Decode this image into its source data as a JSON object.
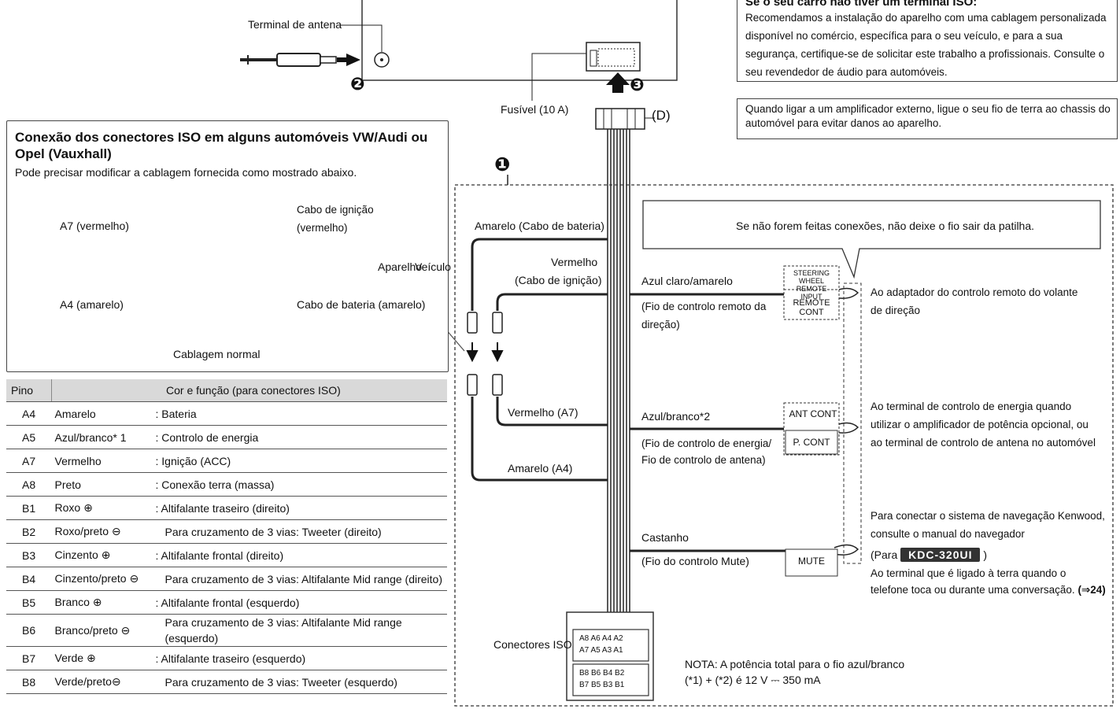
{
  "top": {
    "antenna_label": "Terminal de antena",
    "fuse_label": "Fusível (10 A)",
    "d_label": "(D)",
    "step1": "❶",
    "step2": "❷",
    "step3": "❸"
  },
  "iso_note": {
    "title": "Se o seu carro não tiver um terminal ISO:",
    "text": "Recomendamos a instalação do aparelho com uma cablagem personalizada disponível no comércio, específica para o seu veículo, e para a sua segurança, certifique-se de solicitar este trabalho a profissionais. Consulte o seu revendedor de áudio para automóveis."
  },
  "amp_note": {
    "text": "Quando ligar a um amplificador externo, ligue o seu fio de terra ao chassis do automóvel para evitar danos ao aparelho."
  },
  "vw_box": {
    "title": "Conexão dos conectores ISO em alguns automóveis VW/Audi ou Opel (Vauxhall)",
    "subtitle": "Pode precisar modificar a cablagem fornecida como mostrado abaixo.",
    "a7": "A7 (vermelho)",
    "a4": "A4 (amarelo)",
    "ign_cable": "Cabo de ignição (vermelho)",
    "bat_cable": "Cabo de bateria (amarelo)",
    "device": "Aparelho",
    "vehicle": "Veículo",
    "normal": "Cablagem normal"
  },
  "pin_table": {
    "head_pin": "Pino",
    "head_func": "Cor e função (para conectores ISO)",
    "rows": [
      {
        "pin": "A4",
        "color": "Amarelo",
        "func": ":  Bateria"
      },
      {
        "pin": "A5",
        "color": "Azul/branco* 1",
        "func": ": Controlo de energia"
      },
      {
        "pin": "A7",
        "color": "Vermelho",
        "func": ":  Ignição   (ACC)"
      },
      {
        "pin": "A8",
        "color": "Preto",
        "func": ": Conexão terra (massa)"
      },
      {
        "pin": "B1",
        "color": "Roxo ⊕",
        "func": ": Altifalante traseiro (direito)"
      },
      {
        "pin": "B2",
        "color": "Roxo/preto ⊖",
        "func": "Para cruzamento de 3 vias: Tweeter (direito)"
      },
      {
        "pin": "B3",
        "color": "Cinzento ⊕",
        "func": ": Altifalante frontal (direito)"
      },
      {
        "pin": "B4",
        "color": "Cinzento/preto ⊖",
        "func": "Para cruzamento de 3 vias: Altifalante Mid range (direito)"
      },
      {
        "pin": "B5",
        "color": "Branco ⊕",
        "func": ": Altifalante frontal (esquerdo)"
      },
      {
        "pin": "B6",
        "color": "Branco/preto ⊖",
        "func": "Para cruzamento de 3 vias: Altifalante Mid range (esquerdo)"
      },
      {
        "pin": "B7",
        "color": "Verde ⊕",
        "func": ": Altifalante traseiro (esquerdo)"
      },
      {
        "pin": "B8",
        "color": "Verde/preto⊖",
        "func": "Para cruzamento de 3 vias: Tweeter (esquerdo)"
      }
    ]
  },
  "wiring": {
    "notice": "Se não forem feitas conexões, não deixe o fio sair da patilha.",
    "yellow_bat": "Amarelo (Cabo de bateria)",
    "red_ign_1": "Vermelho",
    "red_ign_2": "(Cabo de ignição)",
    "red_a7": "Vermelho (A7)",
    "yellow_a4": "Amarelo (A4)",
    "lightblue": "Azul claro/amarelo",
    "lightblue_sub": "(Fio de controlo remoto da direção)",
    "steering_tag": "STEERING WHEEL REMOTE INPUT",
    "remote_cont": "REMOTE CONT",
    "steering_dest": "Ao adaptador do controlo remoto do volante de direção",
    "bluewhite": "Azul/branco*2",
    "bluewhite_sub": "(Fio de controlo de energia/ Fio de controlo de antena)",
    "ant_cont": "ANT CONT",
    "p_cont": "P. CONT",
    "power_dest": "Ao terminal de controlo de energia quando utilizar o amplificador de potência opcional, ou ao terminal de controlo de antena no automóvel",
    "brown": "Castanho",
    "brown_sub": "(Fio do controlo Mute)",
    "mute": "MUTE",
    "nav_text": "Para conectar o sistema de navegação Kenwood, consulte o manual do navegador",
    "para_open": "(Para",
    "model": "KDC-320UI",
    "para_close": ")",
    "mute_dest": "Ao terminal que é ligado à terra quando o telefone toca ou durante uma conversação.",
    "page_ref": "(⇒24)",
    "iso_connectors": "Conectores ISO",
    "pins_a_top": "A8 A6 A4 A2",
    "pins_a_bot": "A7 A5 A3 A1",
    "pins_b_top": "B8 B6 B4 B2",
    "pins_b_bot": "B7 B5 B3 B1",
    "note_1": "NOTA: A potência total para o fio azul/branco",
    "note_2": "(*1) + (*2) é 12 V ⎓ 350 mA"
  }
}
